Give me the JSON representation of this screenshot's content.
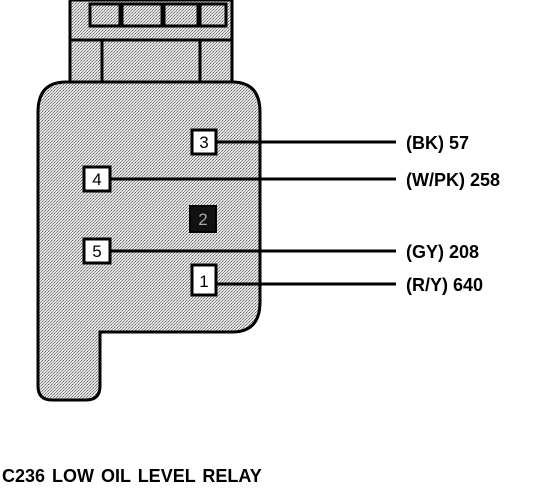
{
  "connector": {
    "caption": "C236  LOW OIL LEVEL RELAY",
    "pins": [
      {
        "number": "3",
        "wire": "(BK) 57"
      },
      {
        "number": "4",
        "wire": "(W/PK) 258"
      },
      {
        "number": "2",
        "wire": ""
      },
      {
        "number": "5",
        "wire": "(GY) 208"
      },
      {
        "number": "1",
        "wire": "(R/Y) 640"
      }
    ]
  },
  "colors": {
    "outline": "#000000",
    "body_fill": "#c8c8c8",
    "pin_box_fill": "#ffffff",
    "unused_pin_fill": "#111111"
  }
}
